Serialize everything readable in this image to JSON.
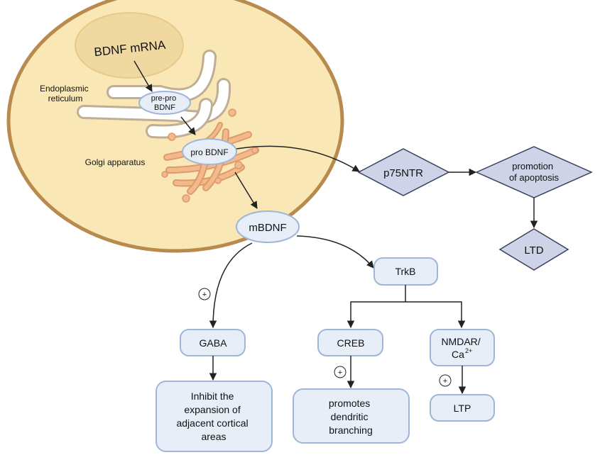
{
  "nodes": {
    "bdnf_mrna": "BDNF mRNA",
    "er_label": [
      "Endoplasmic",
      "reticulum"
    ],
    "pre_pro": [
      "pre-pro",
      "BDNF"
    ],
    "pro_bdnf": "pro BDNF",
    "golgi_label": "Golgi apparatus",
    "mbdnf": "mBDNF",
    "p75ntr": "p75NTR",
    "apoptosis": [
      "promotion",
      "of apoptosis"
    ],
    "ltd": "LTD",
    "trkb": "TrkB",
    "gaba": "GABA",
    "creb": "CREB",
    "nmdar": [
      "NMDAR/",
      "Ca"
    ],
    "nmdar_sup": "2+",
    "ltp": "LTP",
    "inhibit": [
      "Inhibit the",
      "expansion of",
      "adjacent cortical",
      "areas"
    ],
    "dendritic": [
      "promotes",
      "dendritic",
      "branching"
    ],
    "plus_sign": "+"
  },
  "colors": {
    "cell_fill": "#f9e8b6",
    "cell_border": "#b98a4d",
    "nucleus_fill": "#f0d9a1",
    "nucleus_border": "#e7c98a",
    "golgi_fill": "#f3b98b",
    "golgi_border": "#dd9a6d",
    "er_fill": "#ffffff",
    "er_border": "#bfae96",
    "box_fill": "#e8eef8",
    "box_border": "#9fb6d8",
    "diamond_fill": "#ced3e8",
    "diamond_border": "#3a405e",
    "arrow": "#222222"
  }
}
